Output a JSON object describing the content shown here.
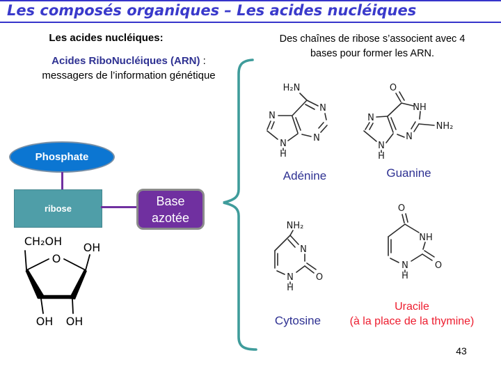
{
  "slide": {
    "title": "Les composés organiques – Les acides nucléiques",
    "page_number": "43"
  },
  "left_panel": {
    "heading": "Les acides nucléiques:",
    "arn_title": "Acides RiboNucléiques (ARN)",
    "arn_colon": " :",
    "arn_subtitle": "messagers de l’information génétique"
  },
  "right_panel": {
    "caption_line1": "Des chaînes de ribose s’associent avec 4",
    "caption_line2": "bases pour former les ARN."
  },
  "diagram": {
    "phosphate_label": "Phosphate",
    "ribose_label": "ribose",
    "base_line1": "Base",
    "base_line2": "azotée"
  },
  "ribose_structure": {
    "ch2oh": "CH₂OH",
    "ring_o": "O",
    "oh_right": "OH",
    "oh_bottom_left": "OH",
    "oh_bottom_right": "OH"
  },
  "molecules": {
    "adenine": {
      "name": "Adénine",
      "atoms": {
        "amine": "H₂N",
        "n1": "N",
        "n3": "N",
        "n7": "N",
        "n9": "N",
        "h9": "H"
      }
    },
    "guanine": {
      "name": "Guanine",
      "atoms": {
        "o6": "O",
        "n1h": "NH",
        "amine": "NH₂",
        "n3": "N",
        "n7": "N",
        "n9": "N",
        "h9": "H"
      }
    },
    "cytosine": {
      "name": "Cytosine",
      "atoms": {
        "amine": "NH₂",
        "n3": "N",
        "o2": "O",
        "n1": "N",
        "h1": "H"
      }
    },
    "uracil": {
      "name": "Uracile",
      "subtitle": "(à la place de la thymine)",
      "atoms": {
        "o4": "O",
        "n3h": "NH",
        "o2": "O",
        "n1": "N",
        "h1": "H"
      }
    }
  }
}
